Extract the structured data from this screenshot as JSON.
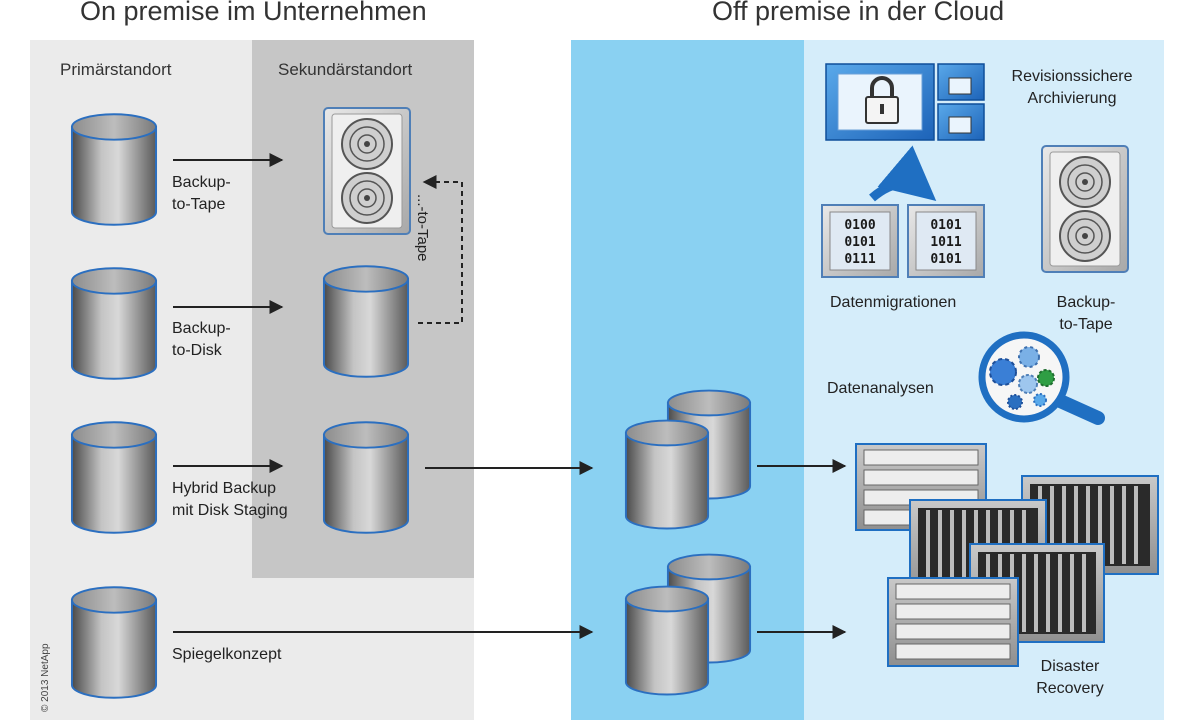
{
  "headings": {
    "on_premise": "On premise im Unternehmen",
    "off_premise": "Off premise in der Cloud"
  },
  "zones": {
    "primary": "Primärstandort",
    "secondary": "Sekundärstandort"
  },
  "labels": {
    "backup_to_tape": "Backup-\nto-Tape",
    "backup_to_disk": "Backup-\nto-Disk",
    "hybrid_backup": "Hybrid Backup\nmit Disk Staging",
    "mirror": "Spiegelkonzept",
    "to_tape_vertical": "...-to-Tape",
    "archiving": "Revisionssichere\nArchivierung",
    "migration": "Datenmigrationen",
    "cloud_backup_to_tape": "Backup-\nto-Tape",
    "analysis": "Datenanalysen",
    "disaster_recovery": "Disaster\nRecovery"
  },
  "binary": {
    "left": [
      "0100",
      "0101",
      "0111"
    ],
    "right": [
      "0101",
      "1011",
      "0101"
    ]
  },
  "copyright": "© 2013 NetApp",
  "colors": {
    "primary_zone": "#ebebeb",
    "secondary_zone": "#c6c6c6",
    "cloud_dark": "#8ad1f2",
    "cloud_light": "#d5edfa",
    "accent_blue": "#2b7fd0"
  }
}
